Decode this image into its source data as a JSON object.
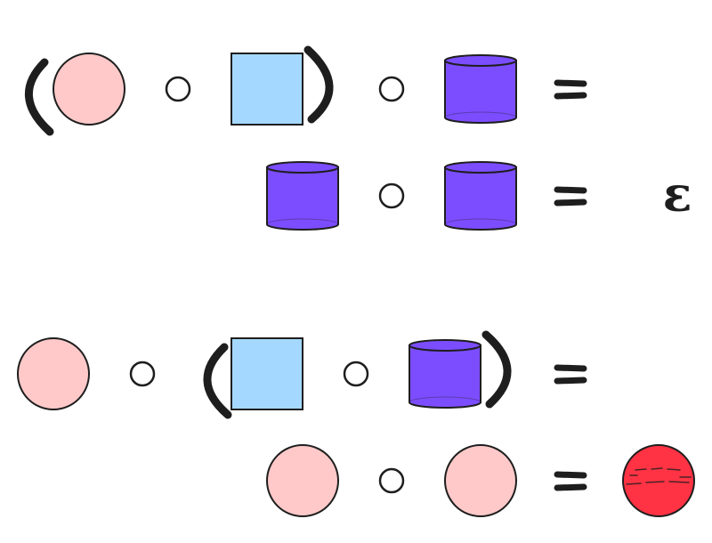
{
  "colors": {
    "ink": "#1e1e1e",
    "pink_circle": "#ffc9c9",
    "blue_square": "#a5d8ff",
    "purple_cylinder": "#7c4dff",
    "red_circle": "#ff3344"
  },
  "equations": [
    {
      "lhs": [
        "(",
        "pink-circle",
        "compose",
        "blue-square",
        ")",
        "compose",
        "purple-cylinder"
      ],
      "rhs": []
    },
    {
      "lhs": [
        "purple-cylinder",
        "compose",
        "purple-cylinder"
      ],
      "rhs": [
        "epsilon"
      ]
    },
    {
      "lhs": [
        "pink-circle",
        "compose",
        "(",
        "blue-square",
        "compose",
        "purple-cylinder",
        ")"
      ],
      "rhs": []
    },
    {
      "lhs": [
        "pink-circle",
        "compose",
        "pink-circle"
      ],
      "rhs": [
        "red-circle"
      ]
    }
  ],
  "symbols": {
    "epsilon": "ε"
  }
}
